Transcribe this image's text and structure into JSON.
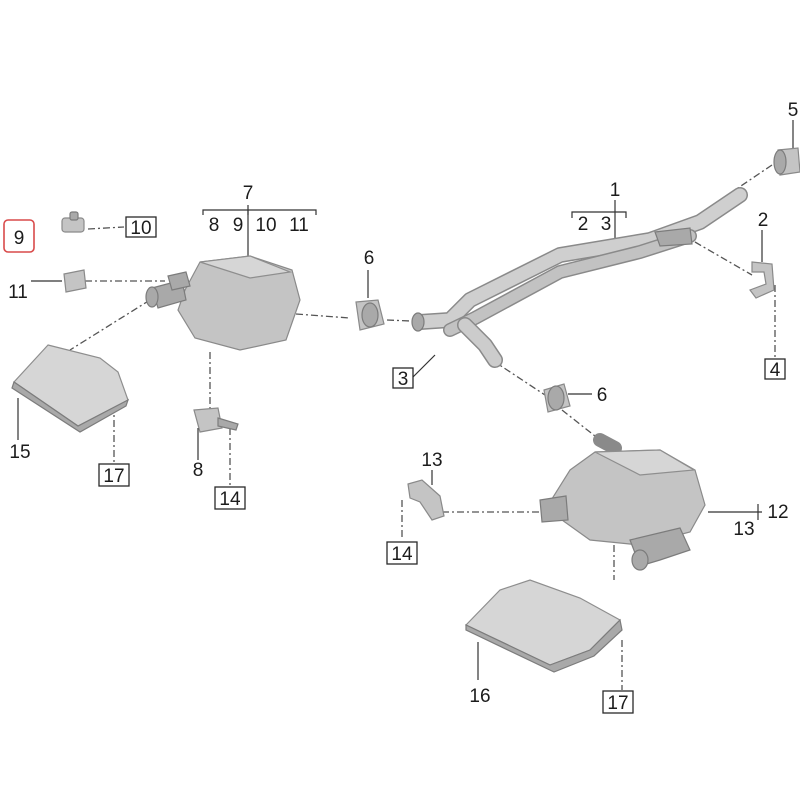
{
  "callouts": {
    "c1": "1",
    "c2": "2",
    "c3": "3",
    "c4": "4",
    "c5": "5",
    "c6": "6",
    "c7": "7",
    "c8": "8",
    "c9": "9",
    "c10": "10",
    "c11": "11",
    "c12": "12",
    "c13": "13",
    "c14": "14",
    "c15": "15",
    "c16": "16",
    "c17": "17"
  },
  "highlight_color": "#d94a4a"
}
